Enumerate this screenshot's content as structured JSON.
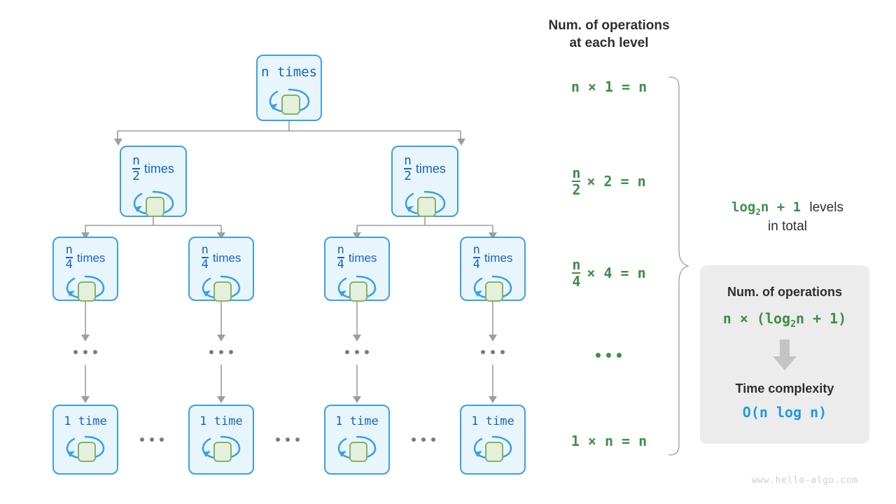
{
  "diagram": {
    "title": "Divide and conquer recursion tree - time complexity n log n",
    "watermark": "www.hello-algo.com"
  },
  "tree": {
    "levels": [
      {
        "level": 0,
        "node_count": 1,
        "label_text": "n times",
        "label_kind": "plain",
        "nodes": [
          {
            "text": "n times"
          }
        ]
      },
      {
        "level": 1,
        "node_count": 2,
        "label_kind": "fraction",
        "numerator": "n",
        "denominator": "2",
        "suffix": "times",
        "nodes": [
          {
            "numerator": "n",
            "denominator": "2",
            "suffix": "times"
          },
          {
            "numerator": "n",
            "denominator": "2",
            "suffix": "times"
          }
        ]
      },
      {
        "level": 2,
        "node_count": 4,
        "label_kind": "fraction",
        "numerator": "n",
        "denominator": "4",
        "suffix": "times",
        "nodes": [
          {
            "numerator": "n",
            "denominator": "4",
            "suffix": "times"
          },
          {
            "numerator": "n",
            "denominator": "4",
            "suffix": "times"
          },
          {
            "numerator": "n",
            "denominator": "4",
            "suffix": "times"
          },
          {
            "numerator": "n",
            "denominator": "4",
            "suffix": "times"
          }
        ]
      },
      {
        "level": 3,
        "node_count": 4,
        "label_kind": "ellipsis",
        "ellipsis": "..."
      },
      {
        "level": 4,
        "node_count": 4,
        "label_kind": "plain",
        "nodes": [
          {
            "text": "1 time"
          },
          {
            "text": "1 time"
          },
          {
            "text": "1 time"
          },
          {
            "text": "1 time"
          }
        ]
      }
    ],
    "horizontal_ellipsis": [
      "...",
      "...",
      "..."
    ]
  },
  "right_column": {
    "header": "Num. of operations\nat each level",
    "rows": [
      {
        "id": "row-1",
        "kind": "plain",
        "text": "n × 1 = n"
      },
      {
        "id": "row-2",
        "kind": "fraction",
        "numerator": "n",
        "denominator": "2",
        "rest": "× 2 = n"
      },
      {
        "id": "row-3",
        "kind": "fraction",
        "numerator": "n",
        "denominator": "4",
        "rest": "× 4 = n"
      },
      {
        "id": "row-4",
        "kind": "ellipsis",
        "text": "..."
      },
      {
        "id": "row-5",
        "kind": "plain",
        "text": "1 × n = n"
      }
    ],
    "levels_note": {
      "formula": "log",
      "formula_sub": "2",
      "formula_rest": "n + 1",
      "text_line1": "levels",
      "text_line2": "in total"
    }
  },
  "summary_card": {
    "operations_title": "Num. of operations",
    "operations_formula_pre": "n × (log",
    "operations_formula_sub": "2",
    "operations_formula_post": "n + 1)",
    "arrow_icon": "down-arrow-icon",
    "complexity_title": "Time complexity",
    "complexity_value": "O(n log n)"
  },
  "colors": {
    "node_fill": "#e9f5fd",
    "node_border": "#3aa0e8",
    "node_text": "#1565c0",
    "loop_arrow": "#3aa0e8",
    "inner_box_fill": "#e4efdc",
    "inner_box_border": "#82b366",
    "connector": "#9e9e9e",
    "formula_green": "#3f8f47",
    "complexity_blue": "#1e9be0",
    "card_bg": "#ececec",
    "heading_dark": "#2e2e2e",
    "watermark": "#cfcfcf"
  }
}
